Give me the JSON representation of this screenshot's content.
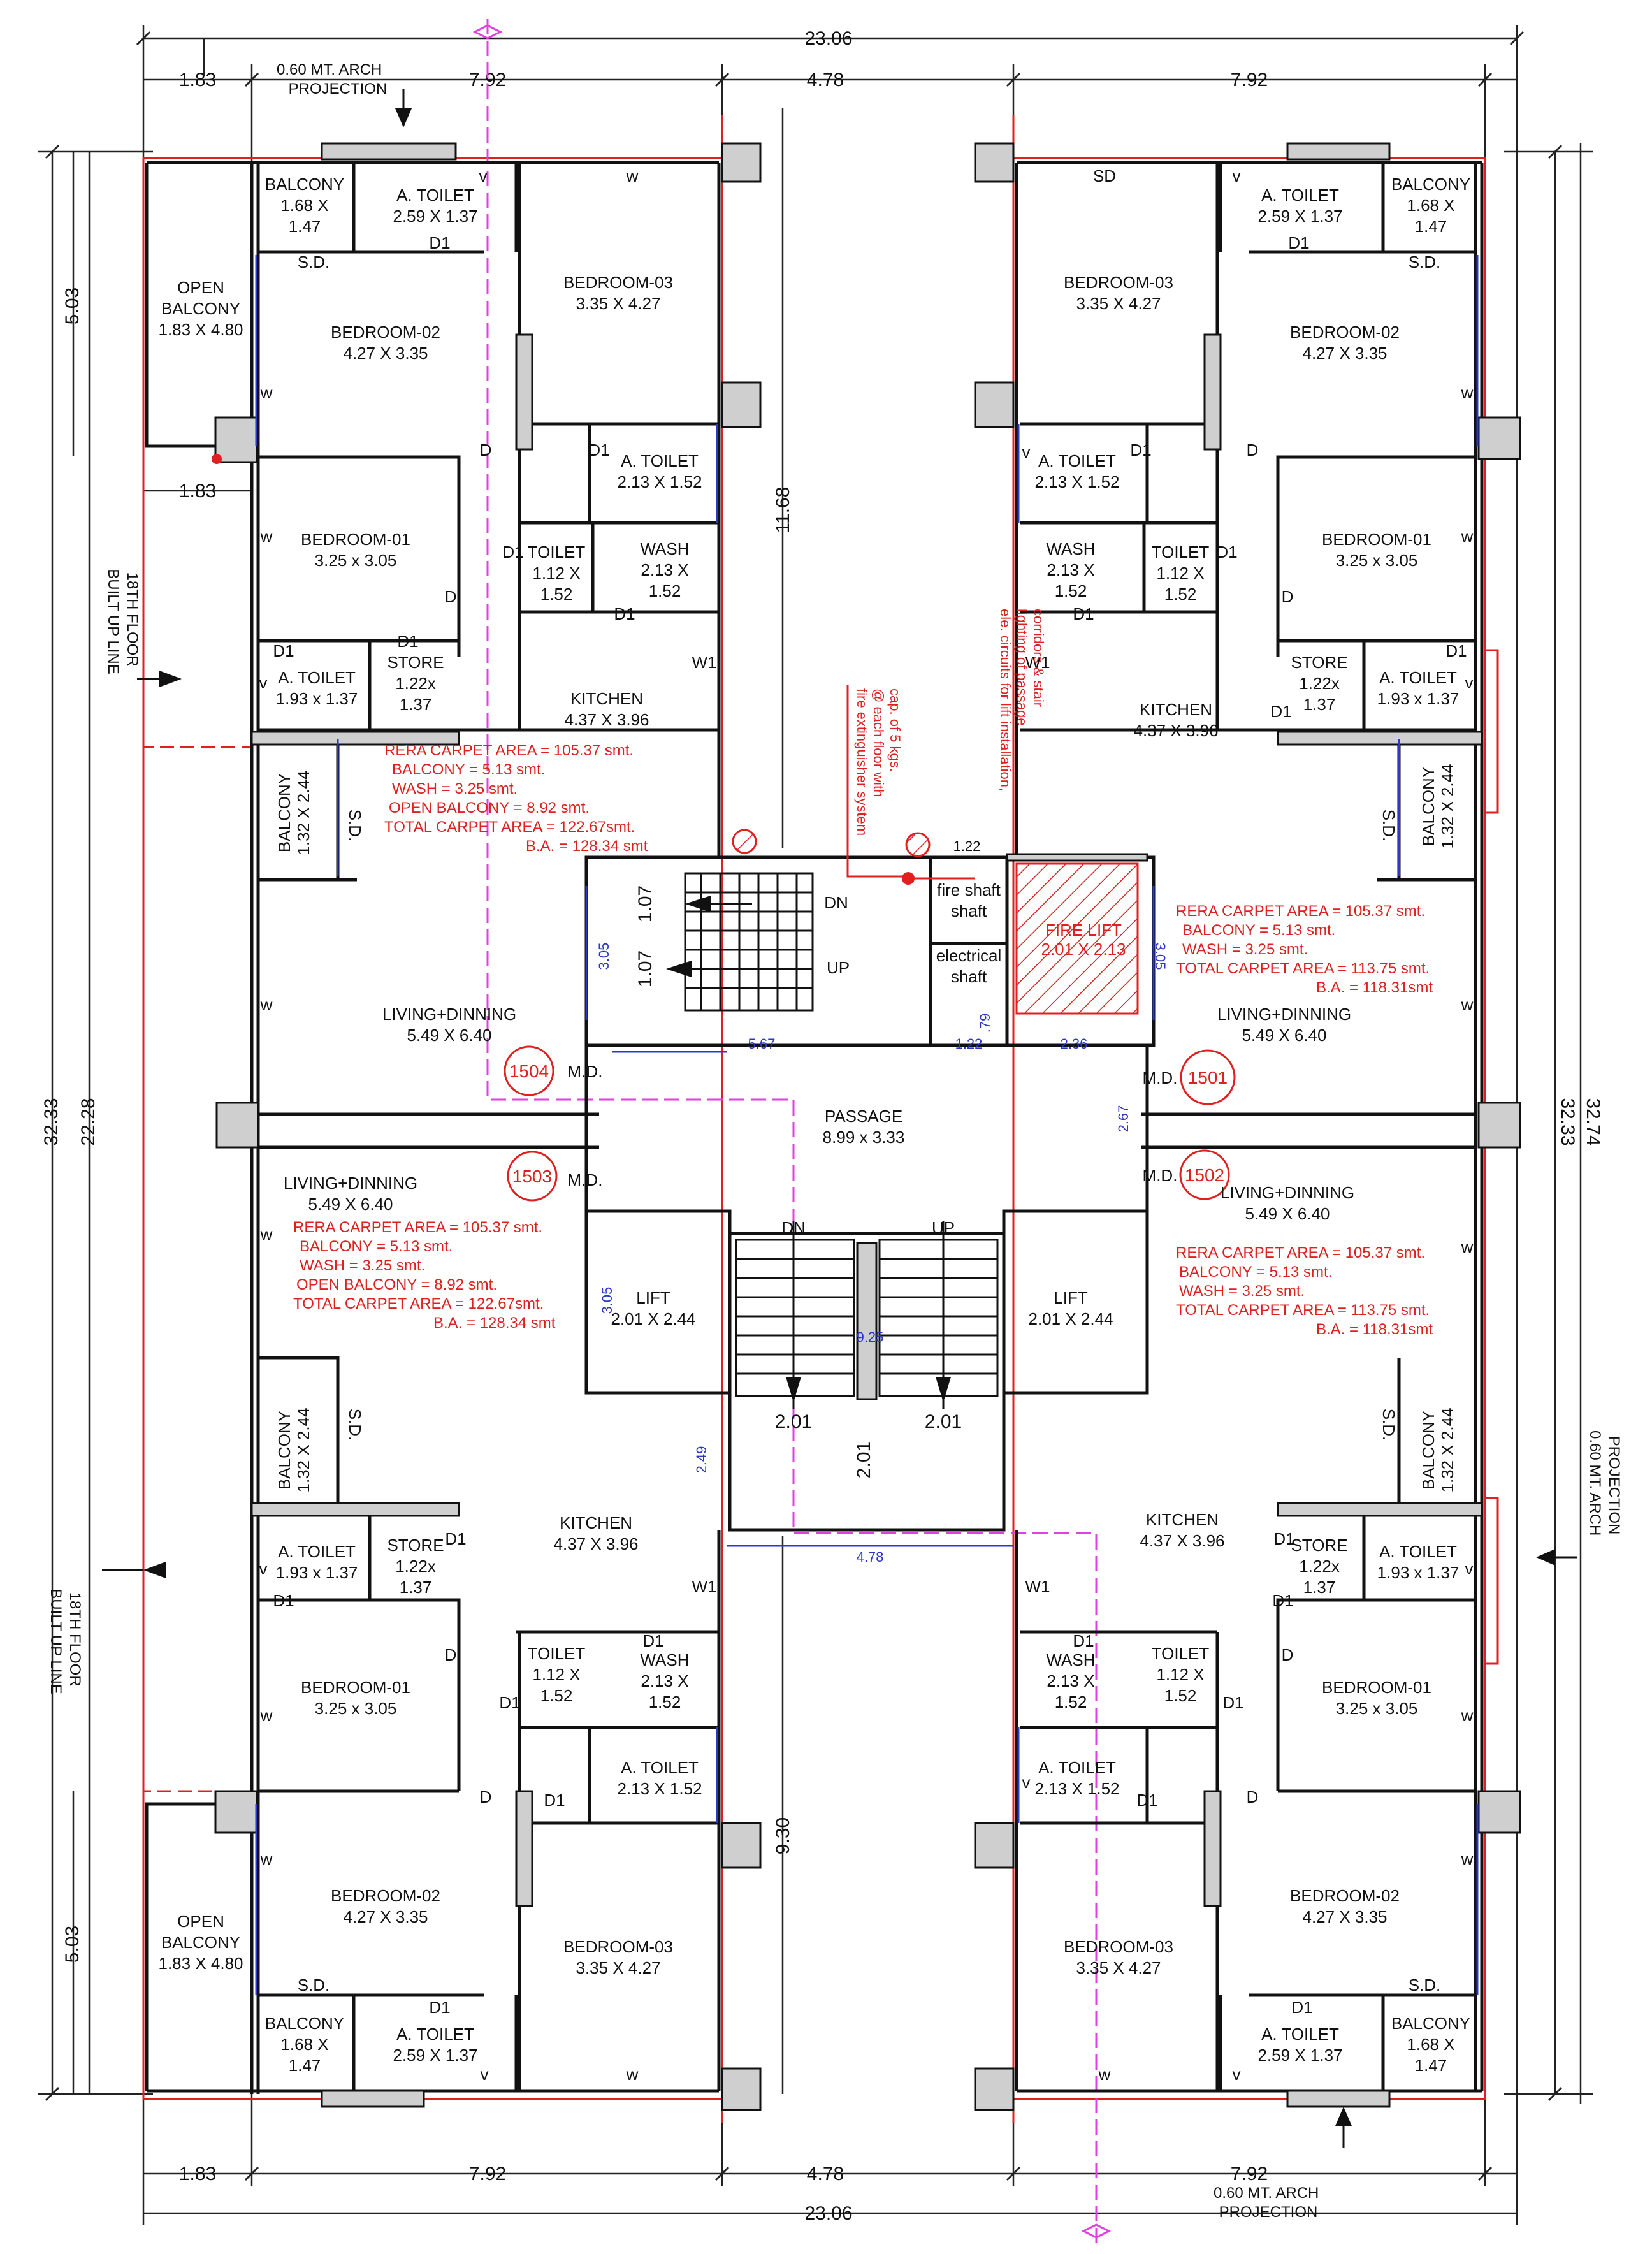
{
  "colors": {
    "wall": "#111111",
    "dimension": "#222222",
    "red": "#e01f1f",
    "magenta": "#e23ee2",
    "blue": "#2a37c8",
    "column_fill": "#cfcfcf"
  },
  "dimensions": {
    "overall_width": "23.06",
    "arch_left": "1.83",
    "unit_width": "7.92",
    "core_width": "4.78",
    "height_left": "32.33",
    "height_22": "22.28",
    "height_right": "32.74",
    "height_right_inner": "32.33",
    "side_503": "5.03",
    "v_1168": "11.68",
    "v_930": "9.30",
    "open_balcony_w": "1.83"
  },
  "labels": {
    "arch_projection": [
      "0.60 MT. ARCH",
      "PROJECTION"
    ],
    "builtup_line": [
      "18TH FLOOR",
      "BUILT UP LINE"
    ],
    "arch_projection_side": [
      "0.60 MT. ARCH",
      "PROJECTION"
    ]
  },
  "rooms": {
    "balcony": [
      "BALCONY",
      "1.68 X",
      "1.47"
    ],
    "a_toilet_big": [
      "A. TOILET",
      "2.59 X 1.37"
    ],
    "open_balcony": [
      "OPEN",
      "BALCONY",
      "1.83  X 4.80"
    ],
    "bedroom_02": [
      "BEDROOM-02",
      "4.27  X 3.35"
    ],
    "bedroom_03": [
      "BEDROOM-03",
      "3.35 X 4.27"
    ],
    "a_toilet_mid": [
      "A. TOILET",
      "2.13 X 1.52"
    ],
    "bedroom_01": [
      "BEDROOM-01",
      "3.25 x 3.05"
    ],
    "toilet": [
      "TOILET",
      "1.12 X",
      "1.52"
    ],
    "wash": [
      "WASH",
      "2.13 X",
      "1.52"
    ],
    "a_toilet_small": [
      "A. TOILET",
      "1.93 x 1.37"
    ],
    "store": [
      "STORE",
      "1.22x",
      "1.37"
    ],
    "kitchen": [
      "KITCHEN",
      "4.37 X 3.96"
    ],
    "balcony_side": [
      "BALCONY",
      "1.32 X 2.44"
    ],
    "living": [
      "LIVING+DINNING",
      "5.49 X 6.40"
    ],
    "passage": [
      "PASSAGE",
      "8.99 x 3.33"
    ],
    "lift": [
      "LIFT",
      "2.01 X 2.44"
    ],
    "fire_lift": [
      "FIRE LIFT",
      "2.01 X 2.13"
    ],
    "fire_shaft": [
      "fire shaft",
      "shaft"
    ],
    "electrical_shaft": [
      "electrical",
      "shaft"
    ]
  },
  "tags": {
    "sd": "S.D.",
    "sd_top": "SD",
    "w": "w",
    "d": "D",
    "d1": "D1",
    "v": "v",
    "w1": "W1",
    "md": "M.D.",
    "dn": "DN",
    "up": "UP"
  },
  "units": [
    "1504",
    "1503",
    "1501",
    "1502"
  ],
  "area_tables": {
    "with_open_balcony": [
      "RERA CARPET AREA  =  105.37 smt.",
      "BALCONY              =    5.13 smt.",
      "WASH                    =    3.25 smt.",
      "OPEN BALCONY       =    8.92 smt.",
      "TOTAL CARPET AREA  = 122.67smt.",
      "B.A. = 128.34 smt"
    ],
    "without_open_balcony": [
      "RERA CARPET AREA   =  105.37 smt.",
      "BALCONY               =    5.13 smt.",
      "WASH                     =    3.25 smt.",
      "TOTAL CARPET AREA = 113.75 smt.",
      "B.A. = 118.31smt"
    ]
  },
  "notes": {
    "fire_extinguisher": [
      "fire extinguisher system",
      "@ each floor with",
      "cap. of 5 kgs."
    ],
    "elec_circuits": [
      "ele. circuits for lift installation,",
      "lighting of passage",
      "corridors & stair"
    ]
  },
  "core_dims": {
    "w122": "1.22",
    "w567": "5.67",
    "w122b": "1.22",
    "w236": "2.36",
    "h305": "3.05",
    "h107a": "1.07",
    "h107b": "1.07",
    "h079": ".79",
    "h267": "2.67",
    "w925": "9.25",
    "w201a": "2.01",
    "w201b": "2.01",
    "h201": "2.01",
    "h249": "2.49",
    "w478": "4.78",
    "h305b": "3.05",
    "h305c": "3.05"
  }
}
